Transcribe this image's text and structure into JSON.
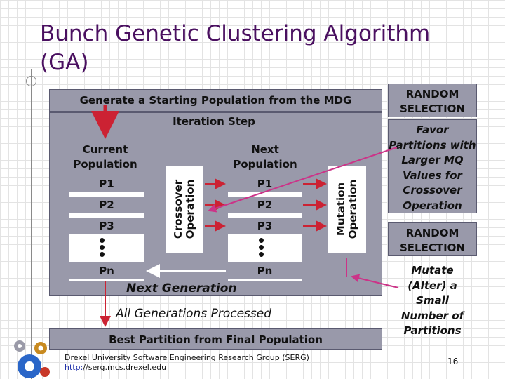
{
  "slide": {
    "title": "Bunch Genetic Clustering Algorithm (GA)",
    "page_number": "16"
  },
  "diagram": {
    "generate_label": "Generate a Starting Population from the MDG",
    "iteration_label": "Iteration Step",
    "current_population": {
      "label": "Current Population",
      "items": [
        "P1",
        "P2",
        "P3",
        "Pn"
      ]
    },
    "next_population": {
      "label": "Next Population",
      "items": [
        "P1",
        "P2",
        "P3",
        "Pn"
      ]
    },
    "crossover_label": "Crossover Operation",
    "mutation_label": "Mutation Operation",
    "next_generation_label": "Next Generation",
    "all_generations_label": "All Generations Processed",
    "best_partition_label": "Best Partition from Final Population"
  },
  "side_panel": {
    "random_selection_1": "RANDOM SELECTION",
    "favor_text": "Favor Partitions with Larger MQ Values for Crossover Operation",
    "random_selection_2": "RANDOM SELECTION",
    "mutate_text": "Mutate (Alter) a Small Number of Partitions"
  },
  "footer": {
    "organization": "Drexel University Software Engineering Research Group (SERG)",
    "url_prefix": "http:",
    "url_rest": "//serg.mcs.drexel.edu"
  },
  "colors": {
    "title": "#4a1060",
    "box_fill": "#9999aa",
    "arrow_red": "#cc2233",
    "arrow_magenta": "#cc3388"
  }
}
